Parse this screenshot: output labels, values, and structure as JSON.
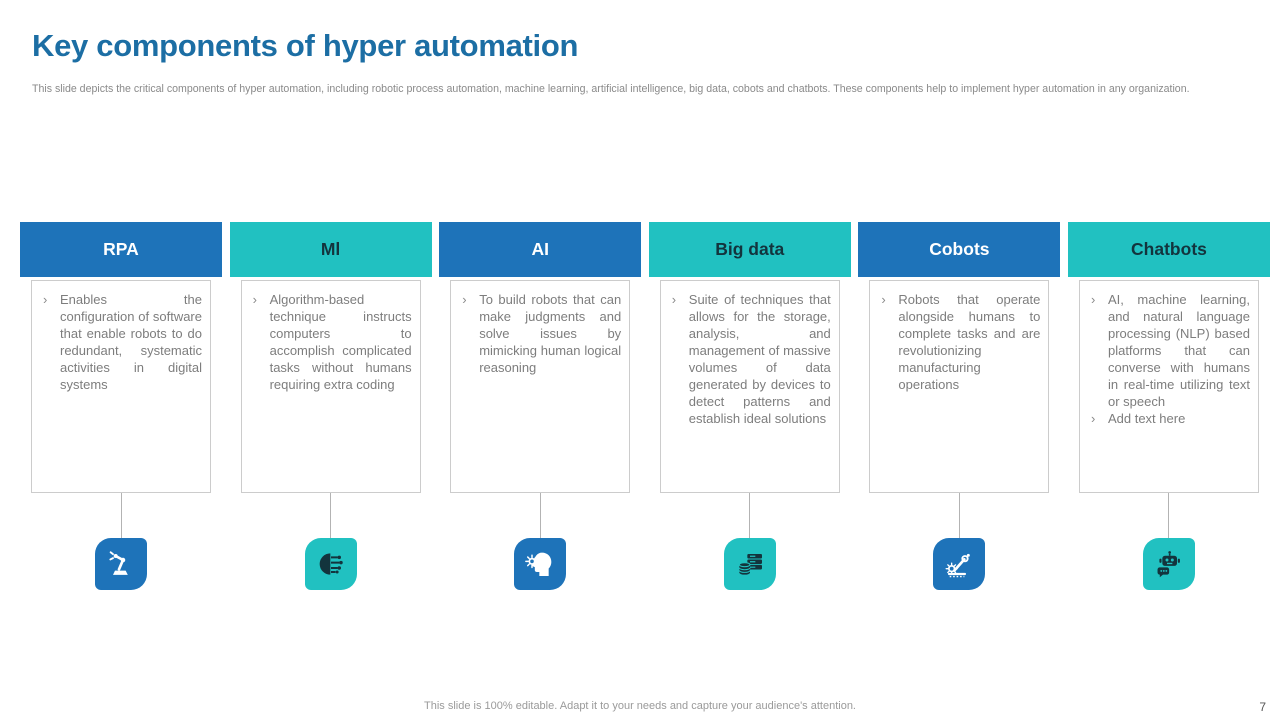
{
  "slide": {
    "title": "Key components of hyper automation",
    "subtitle": "This slide depicts the critical components of hyper automation, including robotic process automation, machine learning, artificial intelligence, big data, cobots and chatbots. These components help to implement hyper automation in any organization.",
    "footer": "This slide is 100% editable. Adapt it to your needs and capture your audience's attention.",
    "page_number": "7"
  },
  "colors": {
    "blue": "#1E73B9",
    "teal": "#21C1C1",
    "title_blue": "#1C6EA4",
    "header_dark_text": "#13343D",
    "body_text": "#7d7d7d"
  },
  "bullet_marker": "›",
  "columns": [
    {
      "title": "RPA",
      "theme": "blue",
      "icon": "robot-arm-icon",
      "bullets": [
        "Enables the configuration of software that enable robots to do redundant, systematic activities in digital systems"
      ]
    },
    {
      "title": "Ml",
      "theme": "teal",
      "icon": "brain-circuit-icon",
      "bullets": [
        "Algorithm-based technique instructs computers to accomplish complicated tasks without humans requiring extra coding"
      ]
    },
    {
      "title": "AI",
      "theme": "blue",
      "icon": "head-gear-icon",
      "bullets": [
        "To build robots that can make judgments and solve issues by mimicking human logical reasoning"
      ]
    },
    {
      "title": "Big data",
      "theme": "teal",
      "icon": "database-stack-icon",
      "bullets": [
        "Suite of techniques that allows for the storage, analysis, and management of massive volumes of data generated by devices to detect patterns and establish ideal solutions"
      ]
    },
    {
      "title": "Cobots",
      "theme": "blue",
      "icon": "robot-arm-gear-icon",
      "bullets": [
        "Robots that operate alongside humans to complete tasks and are revolutionizing manufacturing operations"
      ]
    },
    {
      "title": "Chatbots",
      "theme": "teal",
      "icon": "chatbot-icon",
      "bullets": [
        "AI, machine learning, and natural language processing (NLP) based platforms that can converse with humans in real-time utilizing text or speech",
        "Add text here"
      ]
    }
  ]
}
